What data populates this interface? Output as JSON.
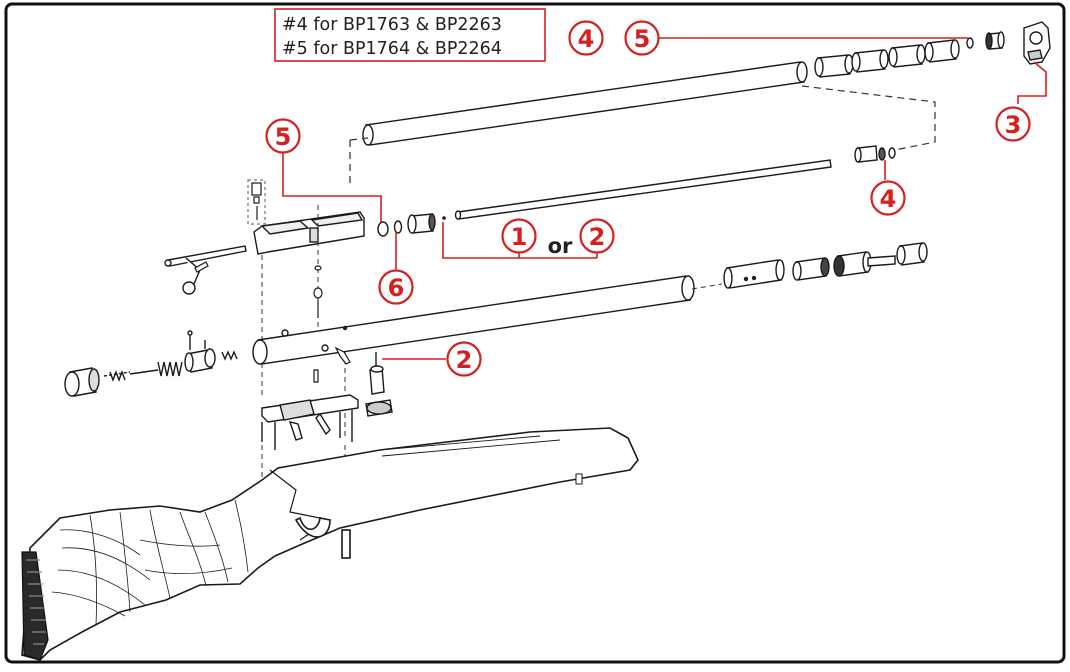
{
  "legend": {
    "line1": "#4 for BP1763 & BP2263",
    "line2": "#5 for BP1764 & BP2264"
  },
  "callouts": {
    "top_4": "4",
    "top_5": "5",
    "part_3": "3",
    "left_5": "5",
    "right_4": "4",
    "part_1": "1",
    "or_word": "or",
    "part_2_upper": "2",
    "part_6": "6",
    "part_2_lower": "2"
  },
  "colors": {
    "accent": "#d42020",
    "line": "#1a1a1a",
    "frame": "#111111",
    "background": "#ffffff"
  }
}
